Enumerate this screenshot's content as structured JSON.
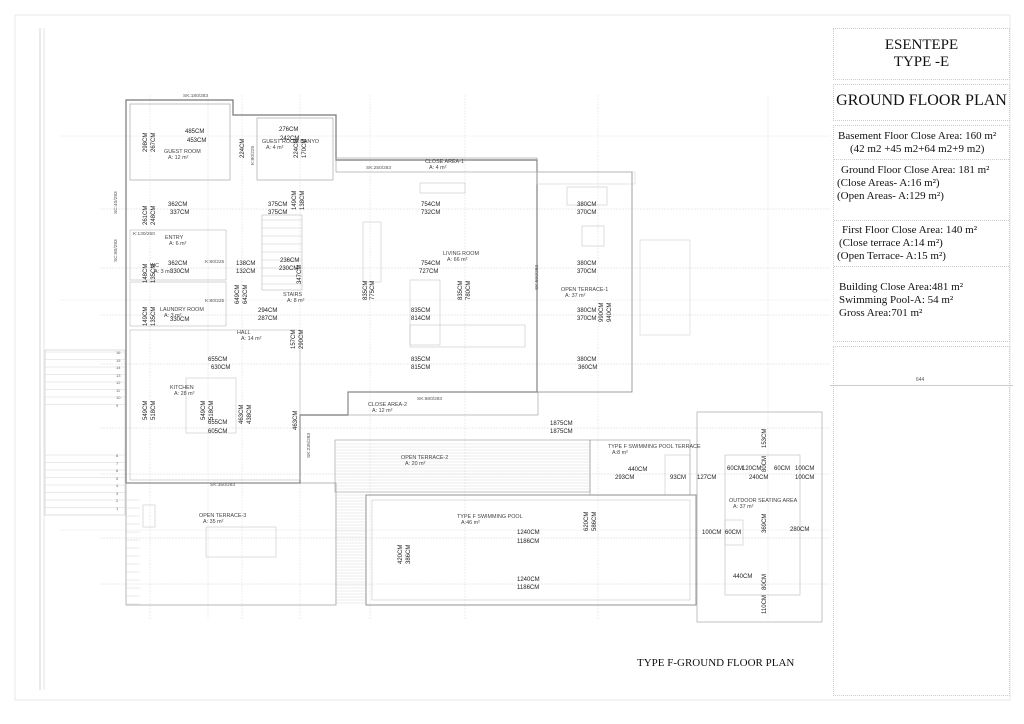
{
  "sheet": {
    "project_title": "ESENTEPE",
    "type_title": "TYPE -E",
    "plan_title": "GROUND FLOOR PLAN",
    "caption": "TYPE F-GROUND FLOOR PLAN",
    "scale_mark": "644"
  },
  "areas_summary": {
    "basement": [
      "Basement Floor Close Area: 160 m²",
      "(42 m2 +45 m2+64 m2+9 m2)"
    ],
    "ground": [
      "Ground Floor Close Area: 181 m²",
      "(Close Areas- A:16 m²)",
      "(Open Areas- A:129 m²)"
    ],
    "first": [
      "First Floor Close Area: 140 m²",
      "(Close terrace A:14 m²)",
      "(Open Terrace- A:15 m²)"
    ],
    "totals": [
      "Building Close Area:481 m²",
      "Swimming Pool-A: 54 m²",
      "Gross Area:701 m²"
    ]
  },
  "rooms": [
    {
      "name": "GUEST ROOM",
      "area": "A: 12 m²"
    },
    {
      "name": "GUEST ROOM BANYO",
      "area": "A: 4 m²"
    },
    {
      "name": "CLOSE AREA-1",
      "area": "A: 4 m²"
    },
    {
      "name": "ENTRY",
      "area": "A: 6 m²"
    },
    {
      "name": "WC",
      "area": "A: 3 m²"
    },
    {
      "name": "LAUNDRY ROOM",
      "area": "A: 3 m²"
    },
    {
      "name": "STAIRS",
      "area": "A: 8 m²"
    },
    {
      "name": "HALL",
      "area": "A: 14 m²"
    },
    {
      "name": "LIVING ROOM",
      "area": "A: 66 m²"
    },
    {
      "name": "OPEN TERRACE-1",
      "area": "A: 37 m²"
    },
    {
      "name": "KITCHEN",
      "area": "A: 28 m²"
    },
    {
      "name": "CLOSE AREA-2",
      "area": "A: 12 m²"
    },
    {
      "name": "OPEN TERRACE-2",
      "area": "A: 20 m²"
    },
    {
      "name": "TYPE F SWIMMING POOL TERRACE",
      "area": "A:8 m²"
    },
    {
      "name": "TYPE F SWIMMING POOL",
      "area": "A:46 m²"
    },
    {
      "name": "OUTDOOR SEATING AREA",
      "area": "A: 37 m²"
    },
    {
      "name": "OPEN TERRACE-3",
      "area": "A: 35 m²"
    }
  ],
  "openings": [
    "SK:180/283",
    "SK:250/283",
    "SK:680/283",
    "SK:350/283",
    "SK:590/283",
    "SK:235/283",
    "SC:40/283",
    "SC:80/283",
    "K:130/250",
    "K:80/225",
    "K:80/225",
    "K:80/225"
  ],
  "dims_horizontal": [
    "485CM",
    "453CM",
    "276CM",
    "242CM",
    "362CM",
    "337CM",
    "375CM",
    "375CM",
    "754CM",
    "732CM",
    "380CM",
    "370CM",
    "362CM",
    "330CM",
    "138CM",
    "132CM",
    "236CM",
    "230CM",
    "754CM",
    "727CM",
    "380CM",
    "370CM",
    "294CM",
    "287CM",
    "835CM",
    "814CM",
    "380CM",
    "370CM",
    "655CM",
    "630CM",
    "835CM",
    "815CM",
    "380CM",
    "360CM",
    "655CM",
    "605CM",
    "1875CM",
    "1875CM",
    "440CM",
    "293CM",
    "93CM",
    "127CM",
    "60CM",
    "120CM",
    "60CM",
    "100CM",
    "240CM",
    "100CM",
    "1240CM",
    "1186CM",
    "1240CM",
    "1186CM",
    "100CM",
    "60CM",
    "440CM",
    "280CM",
    "330CM"
  ],
  "dims_vertical": [
    "298CM",
    "267CM",
    "224CM",
    "224CM",
    "170CM",
    "149CM",
    "138CM",
    "261CM",
    "248CM",
    "148CM",
    "135CM",
    "149CM",
    "135CM",
    "649CM",
    "642CM",
    "835CM",
    "775CM",
    "835CM",
    "780CM",
    "990CM",
    "940CM",
    "157CM",
    "290CM",
    "549CM",
    "518CM",
    "549CM",
    "518CM",
    "463CM",
    "438CM",
    "463CM",
    "420CM",
    "386CM",
    "620CM",
    "586CM",
    "153CM",
    "80CM",
    "369CM",
    "80CM",
    "110CM",
    "347CM"
  ],
  "stair_steps_upper": [
    "16",
    "15",
    "14",
    "13",
    "12",
    "11",
    "10",
    "9"
  ],
  "stair_steps_lower": [
    "8",
    "7",
    "6",
    "5",
    "4",
    "3",
    "2",
    "1"
  ]
}
